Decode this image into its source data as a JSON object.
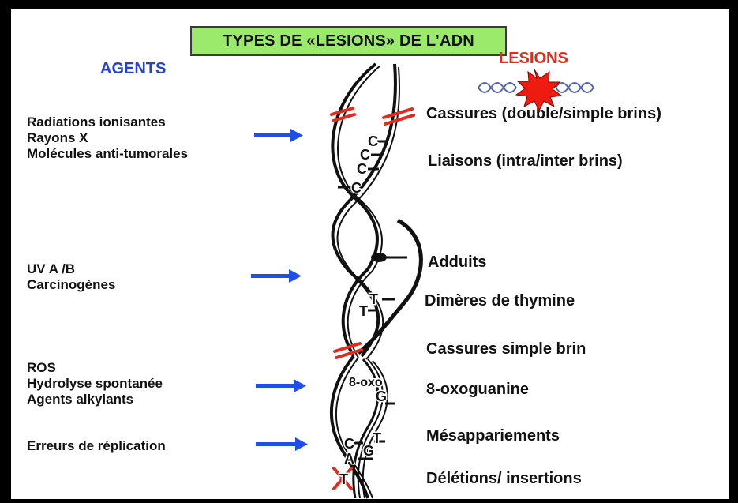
{
  "title": "TYPES DE «LESIONS» DE L’ADN",
  "agents_header": "AGENTS",
  "lesions_header": "LESIONS",
  "agents": [
    {
      "lines": [
        "Radiations ionisantes",
        "Rayons X",
        "Molécules anti-tumorales"
      ]
    },
    {
      "lines": [
        "UV A /B",
        "Carcinogènes"
      ]
    },
    {
      "lines": [
        "ROS",
        "Hydrolyse spontanée",
        "Agents alkylants"
      ]
    },
    {
      "lines": [
        "Erreurs de réplication"
      ]
    }
  ],
  "lesions": [
    "Cassures (double/simple brins)",
    "Liaisons (intra/inter brins)",
    "Adduits",
    "Dimères de thymine",
    "Cassures simple brin",
    "8-oxoguanine",
    "Mésappariements",
    "Délétions/ insertions"
  ],
  "bases": {
    "c1": "C",
    "c2": "C",
    "c3": "C",
    "c4": "C",
    "t1": "T",
    "t2": "T",
    "oxo": "8-oxo",
    "oxo_g": "G",
    "mis_c": "C",
    "mis_t": "T",
    "mis_a": "A",
    "mis_g": "G",
    "del_t": "T"
  },
  "colors": {
    "arrow": "#1f4fe8",
    "break": "#e52a1c",
    "title_bg": "#9bea6c",
    "agents": "#2340d8",
    "lesions": "#e52a1c"
  }
}
